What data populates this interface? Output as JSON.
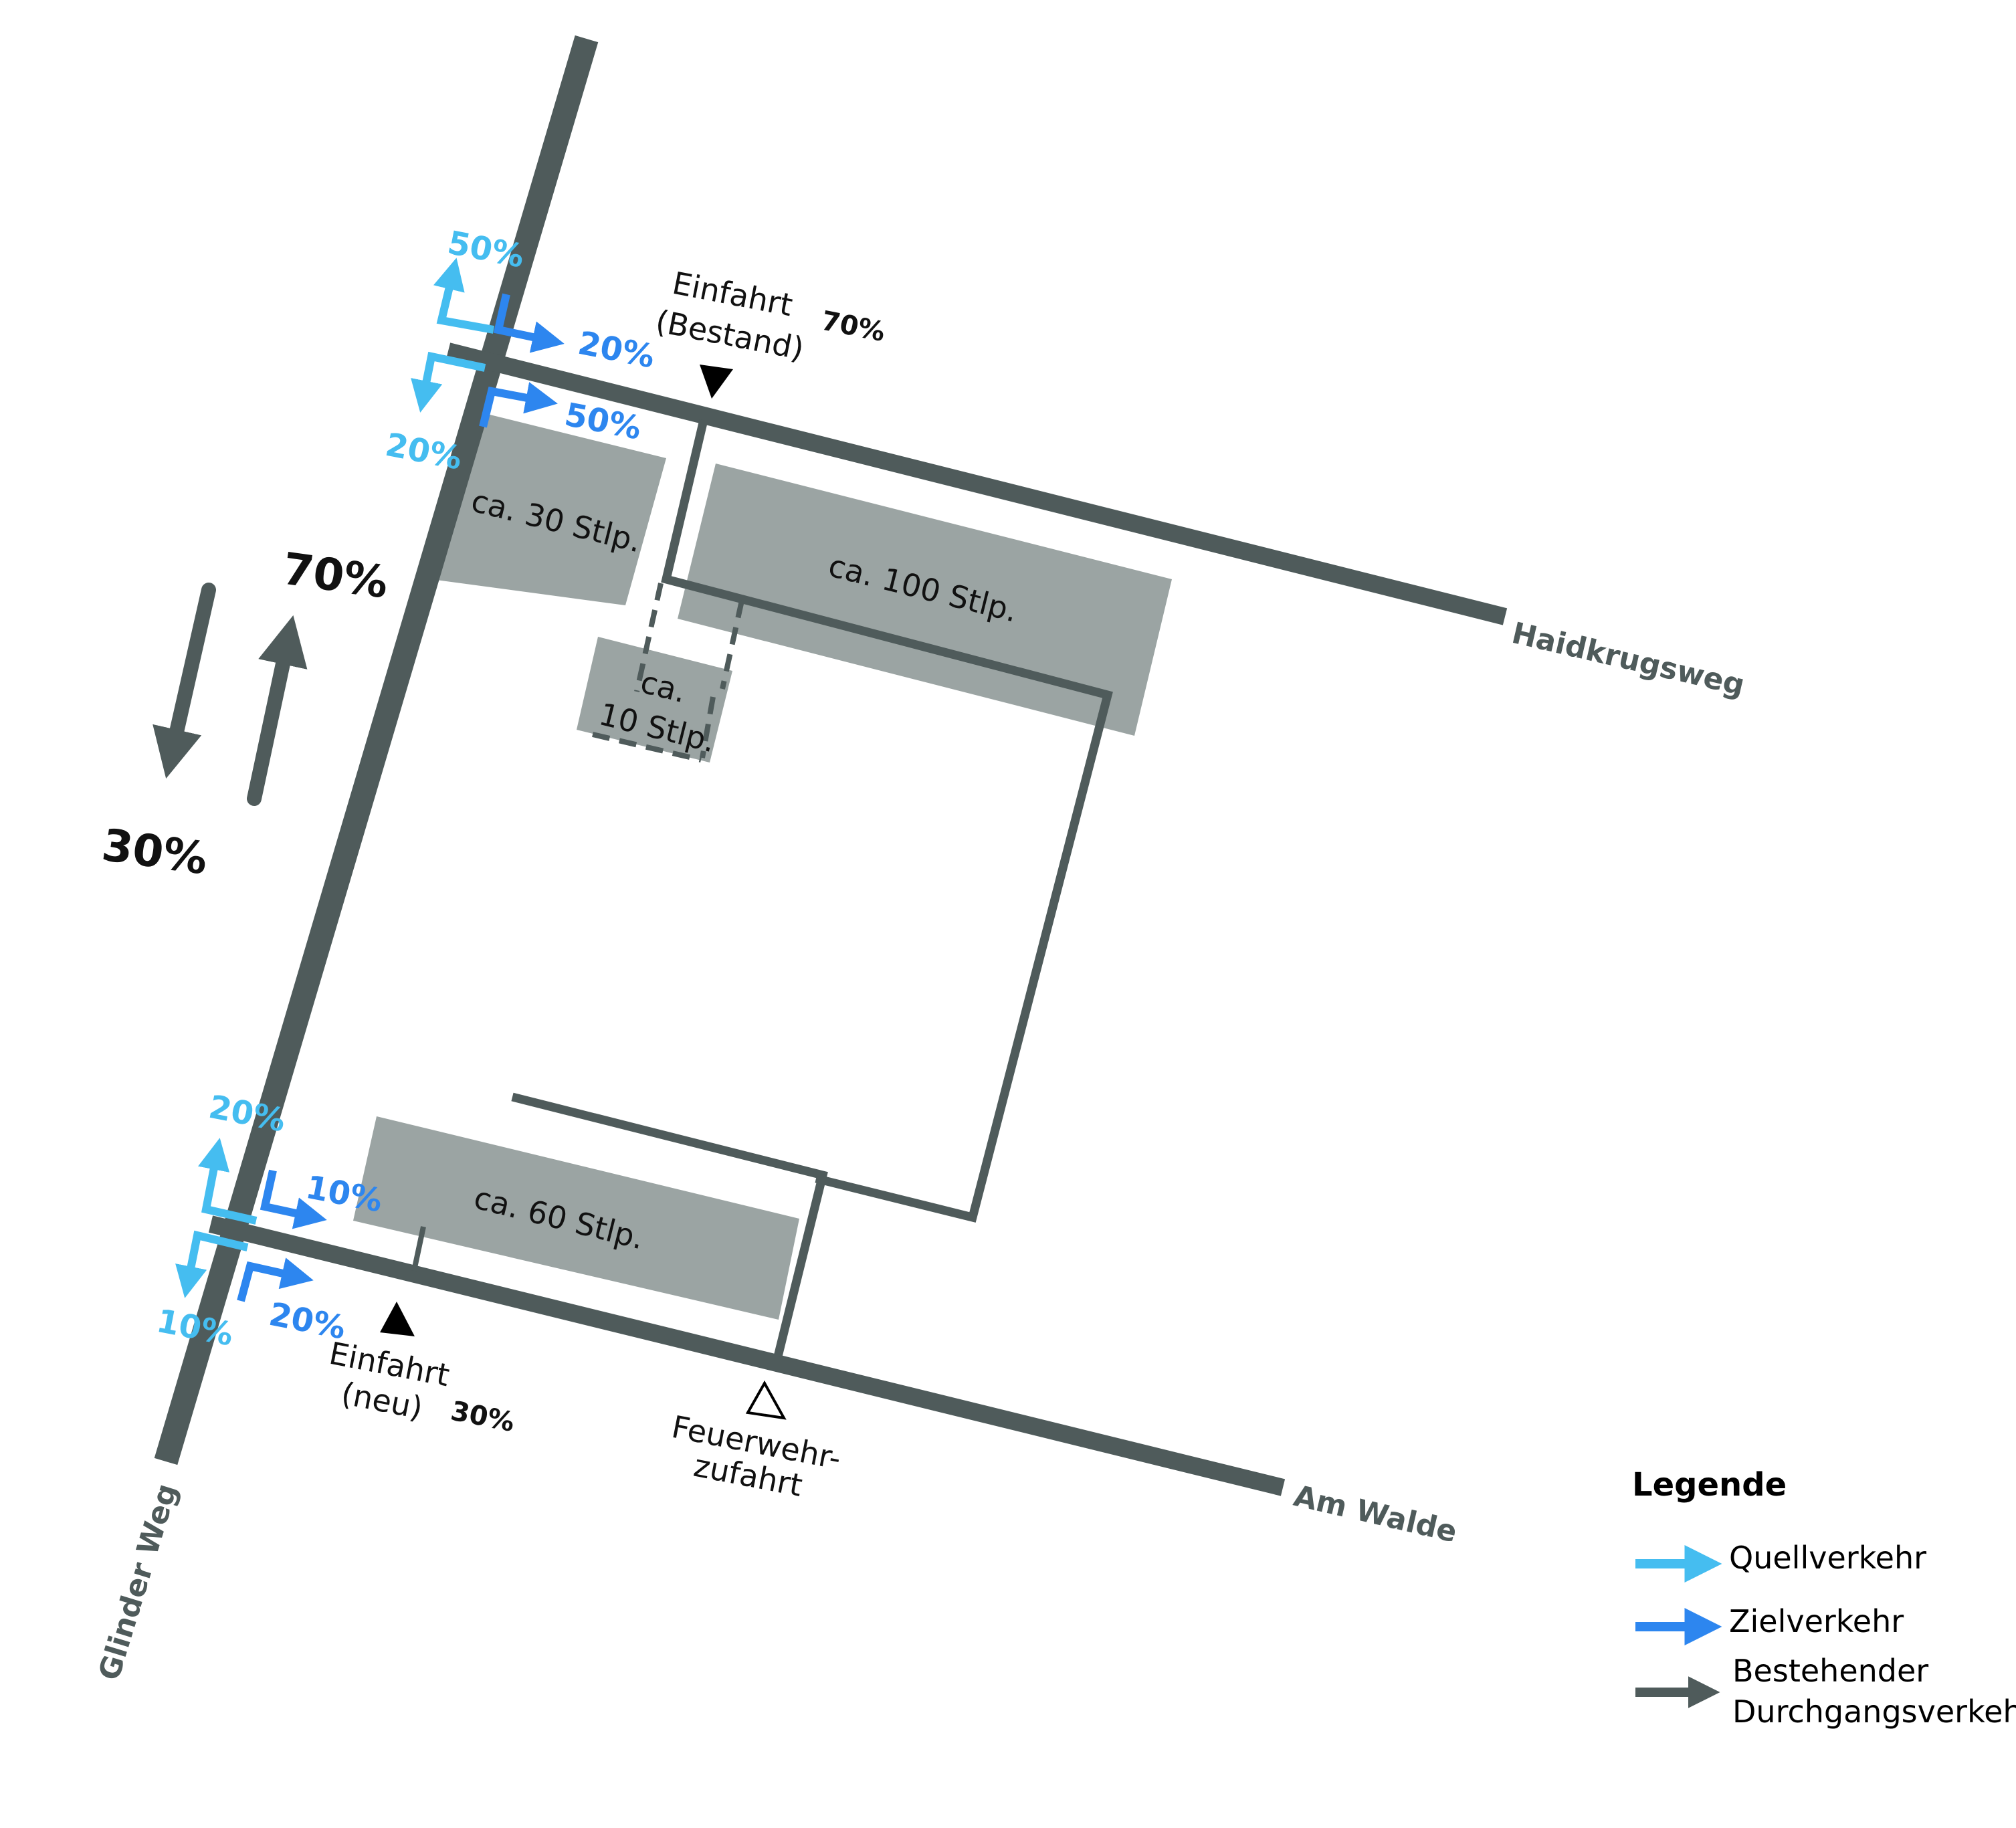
{
  "colors": {
    "road": "#4f5b5b",
    "parking": "#9ba4a3",
    "source_traffic": "#45bdf0",
    "destination_traffic": "#2d86ef",
    "through_traffic": "#4f5b5b",
    "text": "#111111"
  },
  "roads": {
    "glinder_weg": "Glinder Weg",
    "haidkrugsweg": "Haidkrugsweg",
    "am_walde": "Am Walde"
  },
  "parking": {
    "p30": "ca. 30 Stlp.",
    "p100": "ca. 100 Stlp.",
    "p10_line1": "ca.",
    "p10_line2": "10 Stlp.",
    "p60": "ca. 60 Stlp."
  },
  "entrances": {
    "existing_line1": "Einfahrt",
    "existing_line2": "(Bestand)",
    "existing_share": "70%",
    "new_line1": "Einfahrt",
    "new_line2": "(neu)",
    "new_share": "30%",
    "fire_line1": "Feuerwehr-",
    "fire_line2": "zufahrt"
  },
  "through_traffic": {
    "north_share": "70%",
    "south_share": "30%"
  },
  "north_junction": {
    "source_north": "50%",
    "dest_east_top": "20%",
    "source_south": "20%",
    "dest_east_bottom": "50%"
  },
  "south_junction": {
    "source_north": "20%",
    "dest_east_top": "10%",
    "source_south": "10%",
    "dest_east_bottom": "20%"
  },
  "legend": {
    "title": "Legende",
    "items": [
      {
        "label": "Quellverkehr",
        "color_key": "source_traffic",
        "icon": "light-blue-arrow-icon"
      },
      {
        "label": "Zielverkehr",
        "color_key": "destination_traffic",
        "icon": "blue-arrow-icon"
      },
      {
        "label": "Bestehender",
        "label2": "Durchgangsverkehr",
        "color_key": "through_traffic",
        "icon": "grey-arrow-icon"
      }
    ]
  }
}
